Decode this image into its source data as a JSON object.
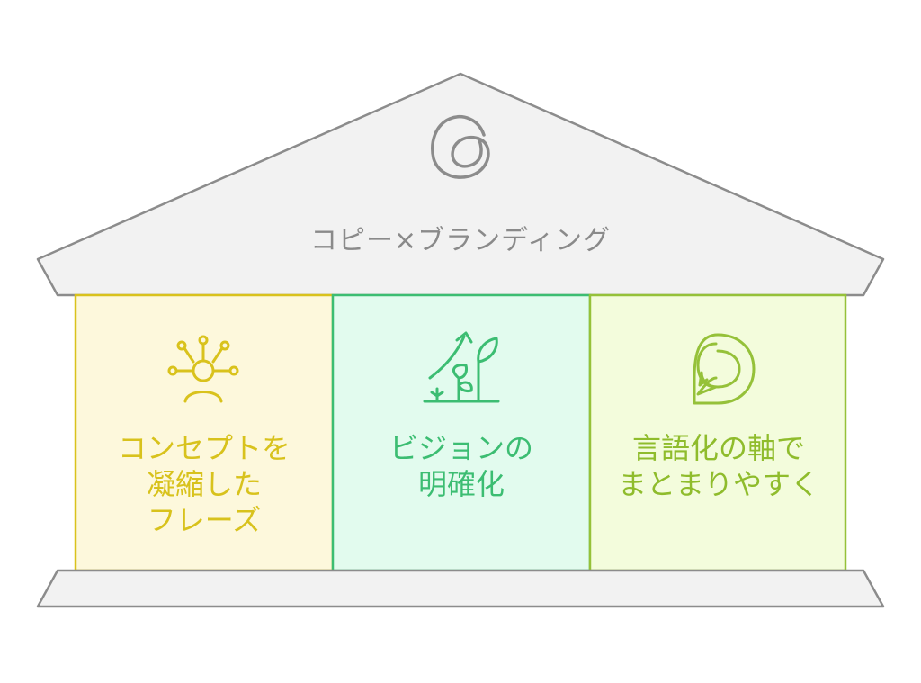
{
  "roof": {
    "title": "コピー×ブランディング",
    "icon": "threads-logo-icon"
  },
  "pillars": [
    {
      "label": "コンセプトを\n凝縮した\nフレーズ",
      "icon": "network-person-icon",
      "text_color": "#d8c21c",
      "stroke_color": "#d9c21c",
      "fill_color": "#fdf8dc"
    },
    {
      "label": "ビジョンの\n明確化",
      "icon": "growing-plant-icon",
      "text_color": "#3cbd72",
      "stroke_color": "#3cbd72",
      "fill_color": "#e2fbee"
    },
    {
      "label": "言語化の軸で\nまとまりやすく",
      "icon": "speech-bubble-icon",
      "text_color": "#8fbc2c",
      "stroke_color": "#95c139",
      "fill_color": "#f3fcdc"
    }
  ],
  "colors": {
    "structure_fill": "#f2f2f2",
    "structure_stroke": "#8c8c8c"
  }
}
